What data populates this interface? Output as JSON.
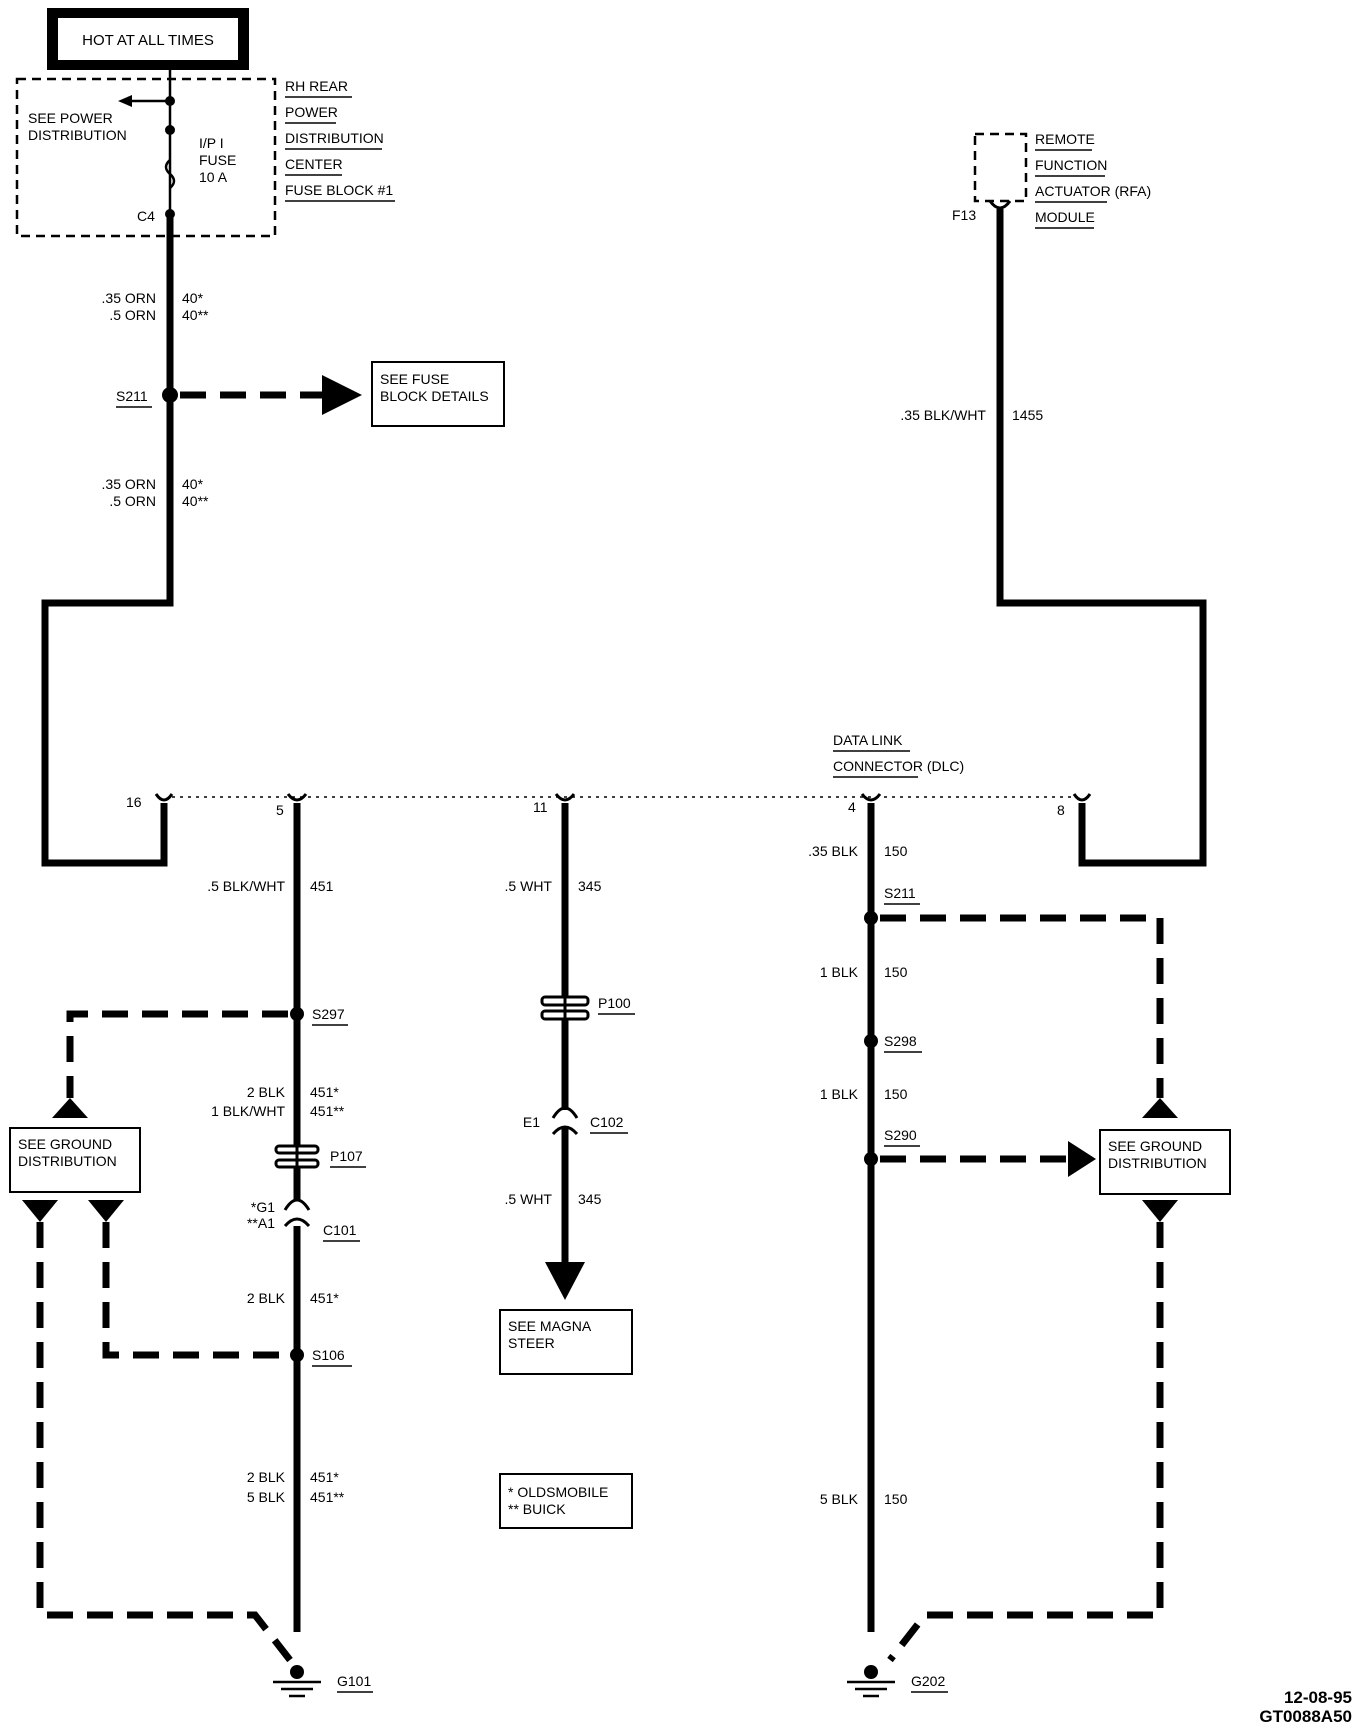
{
  "header": {
    "hot_at_all_times": "HOT AT ALL TIMES"
  },
  "power_block": {
    "see_power": "SEE POWER",
    "distribution": "DISTRIBUTION",
    "fuse_line1": "I/P I",
    "fuse_line2": "FUSE",
    "fuse_line3": "10 A",
    "c4": "C4",
    "title_lines": [
      "RH REAR",
      "POWER",
      "DISTRIBUTION",
      "CENTER",
      "FUSE BLOCK #1"
    ]
  },
  "rfa": {
    "title_lines": [
      "REMOTE",
      "FUNCTION",
      "ACTUATOR (RFA)",
      "MODULE"
    ],
    "pin": "F13",
    "wire_spec": ".35 BLK/WHT",
    "circuit": "1455"
  },
  "left_feed": {
    "spec_a1": ".35 ORN",
    "circ_a1": "40*",
    "spec_a2": ".5 ORN",
    "circ_a2": "40**",
    "splice": "S211",
    "see_fuse_1": "SEE FUSE",
    "see_fuse_2": "BLOCK DETAILS",
    "spec_b1": ".35 ORN",
    "circ_b1": "40*",
    "spec_b2": ".5 ORN",
    "circ_b2": "40**"
  },
  "dlc": {
    "title_1": "DATA LINK",
    "title_2": "CONNECTOR (DLC)",
    "pins": [
      "16",
      "5",
      "11",
      "4",
      "8"
    ]
  },
  "circuit_451": {
    "spec1": ".5 BLK/WHT",
    "circ1": "451",
    "splice1": "S297",
    "spec2a": "2 BLK",
    "circ2a": "451*",
    "spec2b": "1 BLK/WHT",
    "circ2b": "451**",
    "p107": "P107",
    "c101_pin_a": "*G1",
    "c101_pin_b": "**A1",
    "c101": "C101",
    "spec3": "2 BLK",
    "circ3": "451*",
    "splice2": "S106",
    "spec4a": "2 BLK",
    "circ4a": "451*",
    "spec4b": "5 BLK",
    "circ4b": "451**",
    "ground": "G101"
  },
  "ground_left": {
    "line1": "SEE GROUND",
    "line2": "DISTRIBUTION"
  },
  "circuit_345": {
    "spec1": ".5 WHT",
    "circ1": "345",
    "p100": "P100",
    "e1": "E1",
    "c102": "C102",
    "spec2": ".5 WHT",
    "circ2": "345",
    "see_magna_1": "SEE MAGNA",
    "see_magna_2": "STEER"
  },
  "legend": {
    "line1": "* OLDSMOBILE",
    "line2": "** BUICK"
  },
  "circuit_150": {
    "spec1": ".35 BLK",
    "circ1": "150",
    "splice1": "S211",
    "spec2": "1 BLK",
    "circ2": "150",
    "splice2": "S298",
    "spec3": "1 BLK",
    "circ3": "150",
    "splice3": "S290",
    "spec4": "5 BLK",
    "circ4": "150",
    "ground": "G202"
  },
  "ground_right": {
    "line1": "SEE GROUND",
    "line2": "DISTRIBUTION"
  },
  "stamp": {
    "date": "12-08-95",
    "code": "GT0088A50"
  }
}
